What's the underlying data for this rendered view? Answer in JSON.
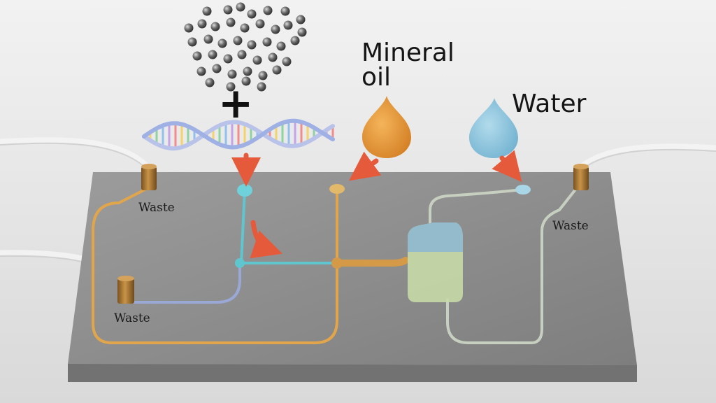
{
  "labels": {
    "plus": "+",
    "mineral_oil_line1": "Mineral",
    "mineral_oil_line2": "oil",
    "water": "Water",
    "waste_top_left": "Waste",
    "waste_bottom_left": "Waste",
    "waste_right": "Waste"
  },
  "colors": {
    "background": "#e4e4e4",
    "chip": "#8f8f8f",
    "channel_orange": "#e1a64b",
    "channel_blue": "#9aa8d6",
    "channel_cyan": "#5fc6cf",
    "channel_water": "#c6cfc0",
    "oil_drop": "#e79b3a",
    "water_drop": "#8cc5dd",
    "arrow": "#e65a3c",
    "fitting": "#b37c34",
    "tube": "#f2f2f2"
  },
  "icons": [
    "bead-particles",
    "dna-helix-icon",
    "oil-droplet-icon",
    "water-droplet-icon",
    "tube-fitting-icon",
    "arrow-icon"
  ]
}
